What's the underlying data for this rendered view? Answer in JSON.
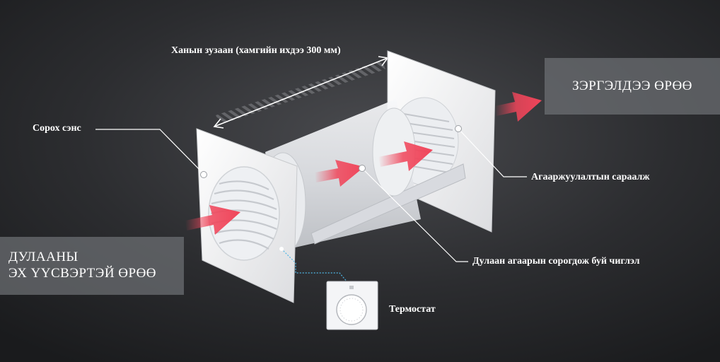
{
  "labels": {
    "wall_thickness": "Ханын зузаан (хамгийн ихдээ 300 мм)",
    "intake_fan": "Сорох сэнс",
    "vent_grille": "Агааржуулалтын сараалж",
    "airflow_direction": "Дулаан агаарын сорогдож буй чиглэл",
    "thermostat": "Термостат"
  },
  "panels": {
    "adjacent_room": "ЗЭРГЭЛДЭЭ ӨРӨӨ",
    "heat_source_room_line1": "ДУЛААНЫ",
    "heat_source_room_line2": "ЭХ ҮҮСВЭРТЭЙ ӨРӨӨ"
  },
  "colors": {
    "background": "#2a2b2e",
    "arrow": "#f0455a",
    "panel": "#6e7074",
    "text": "#ffffff",
    "device": "#f2f3f5",
    "thermostat_wire": "#4fb8e8"
  },
  "icons": {
    "flow_arrows": "red-arrow-icon",
    "wall_thickness_arrow": "double-headed-arrow-icon"
  }
}
